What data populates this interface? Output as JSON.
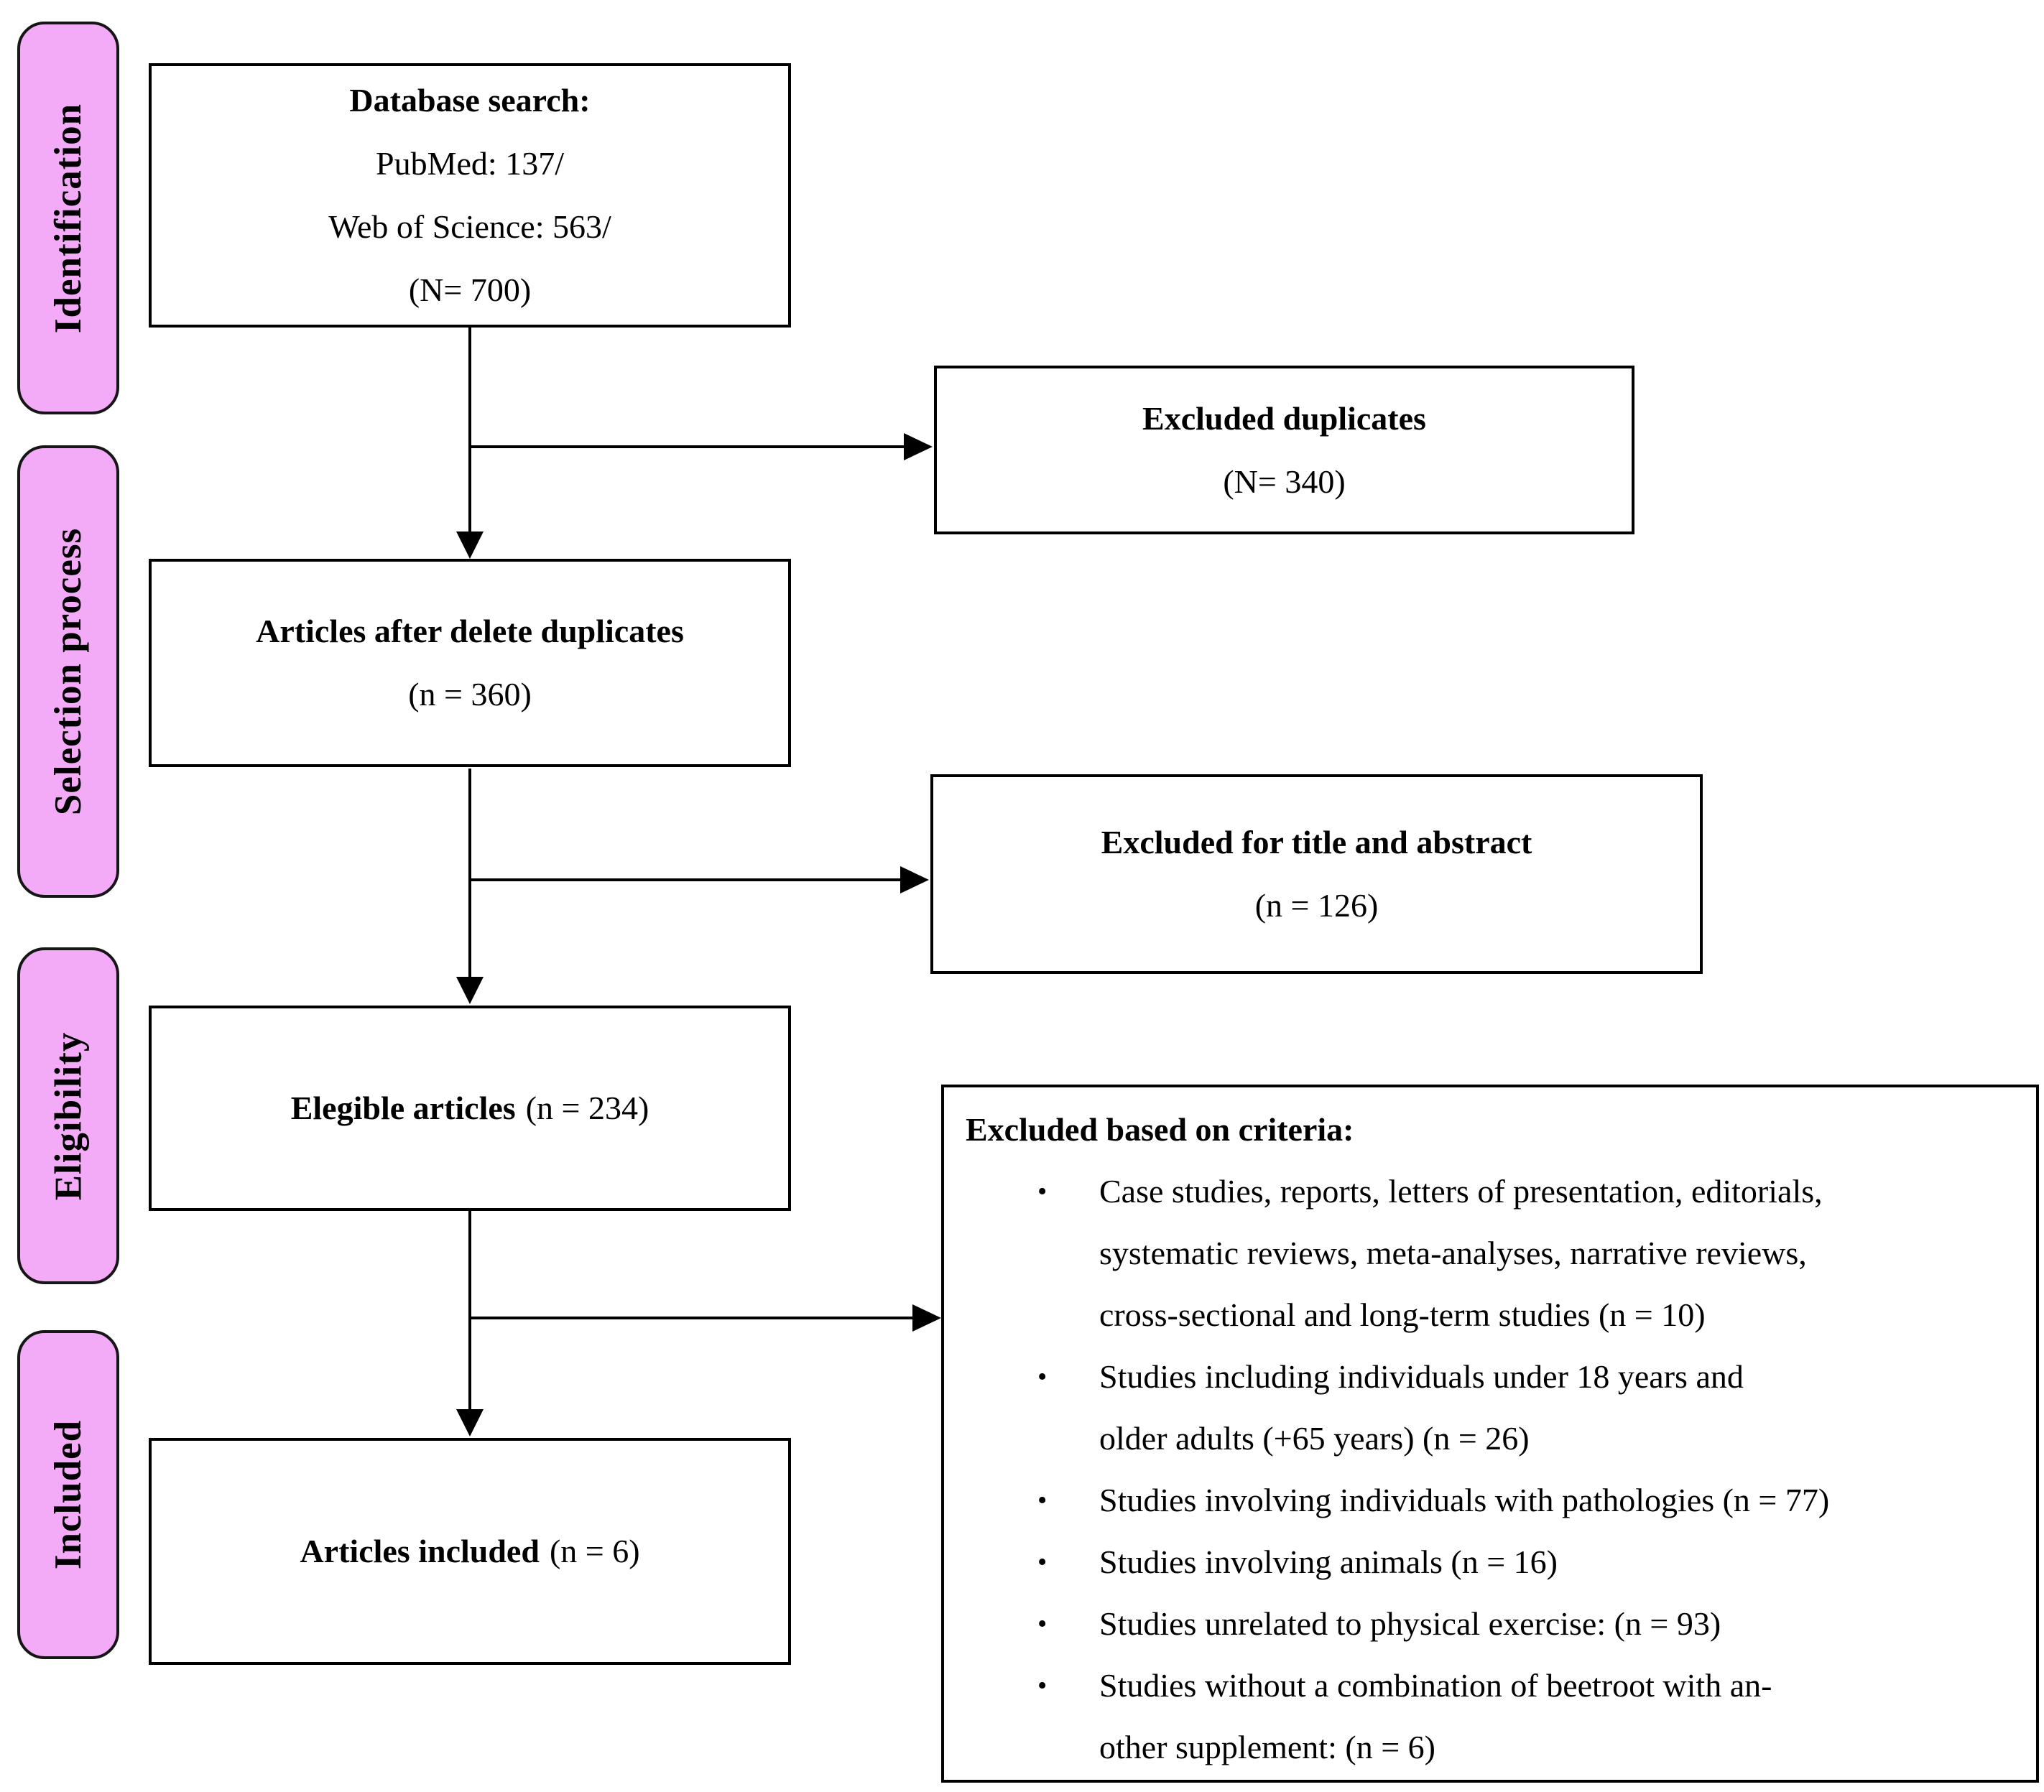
{
  "figure": {
    "type": "prisma-flow-diagram",
    "colors": {
      "sidebar_pink": "#f3abf7",
      "box_border": "#000000",
      "background": "#ffffff"
    },
    "ui": {
      "bullet_char": "•"
    }
  },
  "sidebar": {
    "items": [
      "Identification",
      "Selection process",
      "Eligibility",
      "Included"
    ]
  },
  "flow": {
    "database_search": {
      "title": "Database search:",
      "lines": [
        "PubMed: 137/",
        "Web of Science: 563/",
        "(N= 700)"
      ]
    },
    "excluded_duplicates": {
      "title": "Excluded duplicates",
      "count": "(N= 340)"
    },
    "after_duplicates": {
      "title": "Articles after delete duplicates",
      "count": "(n = 360)"
    },
    "excluded_title_abstract": {
      "title": "Excluded for title and abstract",
      "count": "(n = 126)"
    },
    "eligible_articles": {
      "title": "Elegible articles",
      "count": "(n = 234)"
    },
    "excluded_criteria": {
      "title": "Excluded based on criteria:",
      "bullets": [
        "Case studies, reports, letters of presentation, editorials,\nsystematic reviews, meta-analyses, narrative reviews,\ncross-sectional and long-term studies (n = 10)",
        "Studies including individuals under 18 years and\nolder adults (+65 years) (n = 26)",
        "Studies involving individuals with pathologies (n = 77)",
        "Studies involving animals (n = 16)",
        "Studies unrelated to physical exercise: (n = 93)",
        "Studies without a combination of beetroot with an-\nother supplement: (n = 6)"
      ]
    },
    "articles_included": {
      "title": "Articles included",
      "count": "(n = 6)"
    }
  }
}
